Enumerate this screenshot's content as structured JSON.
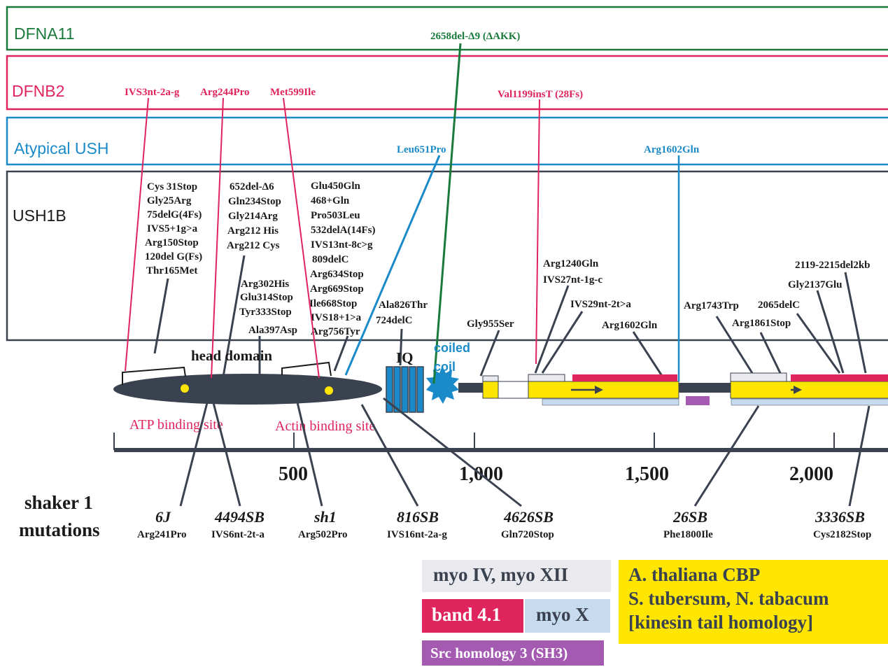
{
  "panels": {
    "dfna11": {
      "label": "DFNA11",
      "color": "#1a7a3c"
    },
    "dfnb2": {
      "label": "DFNB2",
      "color": "#e0245e"
    },
    "ush_atypical": {
      "label": "Atypical USH",
      "color": "#1a8ac8"
    },
    "ush1b": {
      "label": "USH1B",
      "color": "#3a4250"
    }
  },
  "dfna11_mutations": [
    "2658del-Δ9 (ΔAKK)"
  ],
  "dfnb2_mutations": [
    "IVS3nt-2a-g",
    "Arg244Pro",
    "Met599Ile",
    "Val1199insT (28Fs)"
  ],
  "atypical_ush_mutations": [
    "Leu651Pro",
    "Arg1602Gln"
  ],
  "ush1b_groups": {
    "g1": [
      "Cys 31Stop",
      "Gly25Arg",
      "75delG(4Fs)",
      "IVS5+1g>a",
      "Arg150Stop",
      "120del G(Fs)",
      "Thr165Met"
    ],
    "g2": [
      "652del-Δ6",
      "Gln234Stop",
      "Gly214Arg",
      "Arg212 His",
      "Arg212 Cys"
    ],
    "g3": [
      "Glu450Gln",
      "468+Gln",
      "Pro503Leu",
      "532delA(14Fs)",
      "IVS13nt-8c>g",
      "809delC",
      "Arg634Stop",
      "Arg669Stop",
      "Ile668Stop",
      "IVS18+1>a",
      "Arg756Tyr"
    ],
    "g4": [
      "Arg302His",
      "Glu314Stop",
      "Tyr333Stop"
    ],
    "g5": [
      "Ala397Asp"
    ],
    "g6": [
      "Ala826Thr",
      "724delC"
    ],
    "g7": [
      "Gly955Ser"
    ],
    "g8": [
      "Arg1240Gln",
      "IVS27nt-1g-c"
    ],
    "g9": [
      "IVS29nt-2t>a"
    ],
    "g10": [
      "Arg1602Gln"
    ],
    "g11": [
      "Arg1743Trp"
    ],
    "g12": [
      "2065delC"
    ],
    "g13": [
      "Arg1861Stop"
    ],
    "g14": [
      "2119-2215del2kb"
    ],
    "g15": [
      "Gly2137Glu"
    ]
  },
  "domains": {
    "head": "head domain",
    "iq": "IQ",
    "coiled_coil": [
      "coiled",
      "coil"
    ],
    "atp_site": "ATP binding site",
    "actin_site": "Actin binding site"
  },
  "axis": {
    "ticks": [
      "500",
      "1,000",
      "1,500",
      "2,000"
    ]
  },
  "shaker": {
    "title": [
      "shaker 1",
      "mutations"
    ],
    "alleles": [
      {
        "name": "6J",
        "change": "Arg241Pro"
      },
      {
        "name": "4494SB",
        "change": "IVS6nt-2t-a"
      },
      {
        "name": "sh1",
        "change": "Arg502Pro"
      },
      {
        "name": "816SB",
        "change": "IVS16nt-2a-g"
      },
      {
        "name": "4626SB",
        "change": "Gln720Stop"
      },
      {
        "name": "26SB",
        "change": "Phe1800Ile"
      },
      {
        "name": "3336SB",
        "change": "Cys2182Stop"
      }
    ]
  },
  "legend": {
    "myo4_12": "myo IV,  myo XII",
    "band41": "band 4.1",
    "myox": "myo X",
    "sh3": "Src homology 3 (SH3)",
    "cbp": [
      "A. thaliana CBP",
      "S. tubersum, N. tabacum",
      "[kinesin tail homology]"
    ]
  },
  "colors": {
    "dfna11": "#1a7a3c",
    "dfnb2": "#e0245e",
    "ush": "#1a8ac8",
    "gray": "#3a4250",
    "yellow": "#ffe600",
    "band41": "#e0245e",
    "myox": "#c6dbee",
    "myo4": "#e9e9ee",
    "sh3": "#a35ab0",
    "iq": "#1a8ac8"
  }
}
